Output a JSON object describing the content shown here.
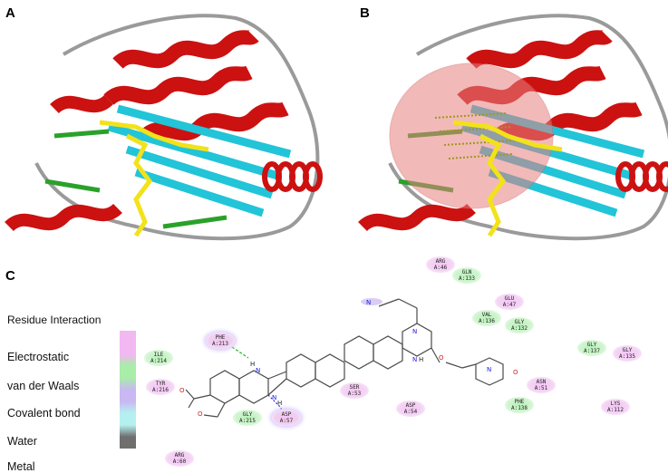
{
  "panels": {
    "a": "A",
    "b": "B",
    "c": "C"
  },
  "legend": {
    "title": "Residue Interaction",
    "items": [
      {
        "label": "Electrostatic",
        "color": "#f2b8f2"
      },
      {
        "label": "van der Waals",
        "color": "#a8eda8"
      },
      {
        "label": "Covalent bond",
        "color": "#c9b8f2"
      },
      {
        "label": "Water",
        "color": "#b5f0f0"
      },
      {
        "label": "Metal",
        "color": "#6f6f6f"
      }
    ]
  },
  "residues": [
    {
      "name": "ARG",
      "id": "A:46",
      "kind": "elec"
    },
    {
      "name": "GLN",
      "id": "A:133",
      "kind": "vdw"
    },
    {
      "name": "GLU",
      "id": "A:47",
      "kind": "elec"
    },
    {
      "name": "VAL",
      "id": "A:136",
      "kind": "vdw"
    },
    {
      "name": "GLY",
      "id": "A:132",
      "kind": "vdw"
    },
    {
      "name": "PHE",
      "id": "A:213",
      "kind": "elec"
    },
    {
      "name": "ILE",
      "id": "A:214",
      "kind": "vdw"
    },
    {
      "name": "TYR",
      "id": "A:216",
      "kind": "elec"
    },
    {
      "name": "GLY",
      "id": "A:215",
      "kind": "vdw"
    },
    {
      "name": "ASP",
      "id": "A:57",
      "kind": "elec"
    },
    {
      "name": "SER",
      "id": "A:53",
      "kind": "elec"
    },
    {
      "name": "ASP",
      "id": "A:54",
      "kind": "elec"
    },
    {
      "name": "PHE",
      "id": "A:138",
      "kind": "vdw"
    },
    {
      "name": "ASN",
      "id": "A:51",
      "kind": "elec"
    },
    {
      "name": "GLY",
      "id": "A:137",
      "kind": "vdw"
    },
    {
      "name": "GLY",
      "id": "A:135",
      "kind": "elec"
    },
    {
      "name": "LYS",
      "id": "A:112",
      "kind": "elec"
    },
    {
      "name": "ARG",
      "id": "A:60",
      "kind": "elec"
    }
  ],
  "atoms": {
    "nitrogen": "N",
    "hydrogen": "H",
    "oxygen": "O"
  },
  "colors": {
    "helix": "#cc1111",
    "strand": "#22c4d8",
    "coil": "#9a9a9a",
    "turn": "#2aa12a",
    "ligand": "#f2e21a",
    "surface": "#e88080"
  }
}
